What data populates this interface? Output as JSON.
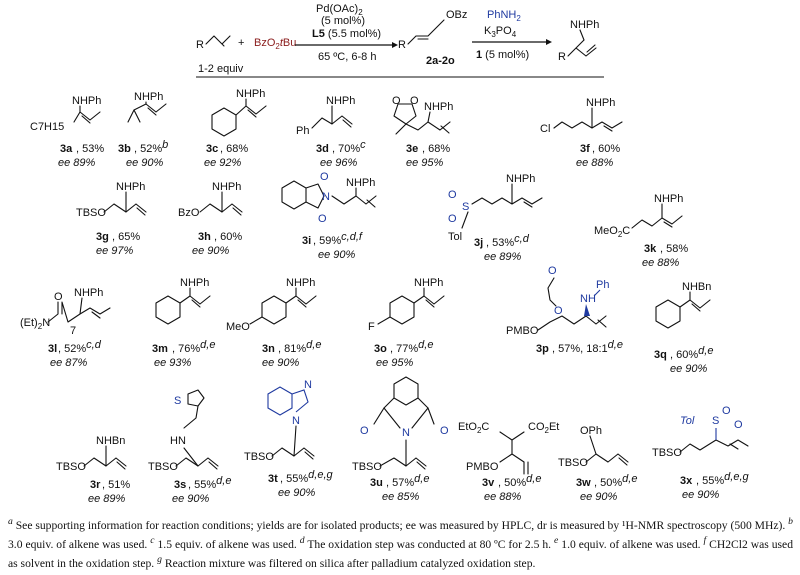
{
  "scheme": {
    "reagent_top_1": "Pd(OAc)",
    "reagent_top_1_sub": "2",
    "reagent_top_2": "(5 mol%)",
    "reagent_top_3": "L5 (5.5 mol%)",
    "reagent_below": "65 ºC, 6-8 h",
    "substrate_R": "R",
    "plus": "+",
    "oxidant": "BzO2tBu",
    "equiv": "1-2 equiv",
    "intermediate_label": "2a-2o",
    "intermediate_R": "R",
    "intermediate_OBz": "OBz",
    "reagent2_1": "PhNH2",
    "reagent2_2": "K3PO4",
    "reagent2_3": "1 (5 mol%)",
    "product_NHPh": "NHPh",
    "product_R": "R"
  },
  "compounds": [
    {
      "id": "3a",
      "yield": "53%",
      "sup": "",
      "ee": "ee 89%",
      "group": "C7H15",
      "amine": "NHPh"
    },
    {
      "id": "3b",
      "yield": "52%",
      "sup": "b",
      "ee": "ee 90%",
      "amine": "NHPh"
    },
    {
      "id": "3c",
      "yield": "68%",
      "sup": "",
      "ee": "ee 92%",
      "amine": "NHPh"
    },
    {
      "id": "3d",
      "yield": "70%",
      "sup": "c",
      "ee": "ee 96%",
      "group": "Ph",
      "amine": "NHPh"
    },
    {
      "id": "3e",
      "yield": "68%",
      "sup": "",
      "ee": "ee 95%",
      "amine": "NHPh"
    },
    {
      "id": "3f",
      "yield": "60%",
      "sup": "",
      "ee": "ee 88%",
      "group": "Cl",
      "amine": "NHPh"
    },
    {
      "id": "3g",
      "yield": "65%",
      "sup": "",
      "ee": "ee 97%",
      "group": "TBSO",
      "amine": "NHPh"
    },
    {
      "id": "3h",
      "yield": "60%",
      "sup": "",
      "ee": "ee 90%",
      "group": "BzO",
      "amine": "NHPh"
    },
    {
      "id": "3i",
      "yield": "59%",
      "sup": "c,d,f",
      "ee": "ee 90%",
      "amine": "NHPh"
    },
    {
      "id": "3j",
      "yield": "53%",
      "sup": "c,d",
      "ee": "ee 89%",
      "group": "Tol",
      "amine": "NHPh"
    },
    {
      "id": "3k",
      "yield": "58%",
      "sup": "",
      "ee": "ee 88%",
      "group": "MeO2C",
      "amine": "NHPh"
    },
    {
      "id": "3l",
      "yield": "52%",
      "sup": "c,d",
      "ee": "ee 87%",
      "group": "(Et)2N",
      "amine": "NHPh"
    },
    {
      "id": "3m",
      "yield": "76%",
      "sup": "d,e",
      "ee": "ee 93%",
      "amine": "NHPh"
    },
    {
      "id": "3n",
      "yield": "81%",
      "sup": "d,e",
      "ee": "ee 90%",
      "group": "MeO",
      "amine": "NHPh"
    },
    {
      "id": "3o",
      "yield": "77%",
      "sup": "d,e",
      "ee": "ee 95%",
      "group": "F",
      "amine": "NHPh"
    },
    {
      "id": "3p",
      "yield": "57%, 18:1",
      "sup": "d,e",
      "ee": "",
      "group": "PMBO",
      "amine": "NH"
    },
    {
      "id": "3q",
      "yield": "60%",
      "sup": "d,e",
      "ee": "ee 90%",
      "amine": "NHBn"
    },
    {
      "id": "3r",
      "yield": "51%",
      "sup": "",
      "ee": "ee  89%",
      "group": "TBSO",
      "amine": "NHBn"
    },
    {
      "id": "3s",
      "yield": "55%",
      "sup": "d,e",
      "ee": "ee 90%",
      "group": "TBSO",
      "amine": "HN"
    },
    {
      "id": "3t",
      "yield": "55%",
      "sup": "d,e,g",
      "ee": "ee 90%",
      "group": "TBSO",
      "amine": "N"
    },
    {
      "id": "3u",
      "yield": "57%",
      "sup": "d,e",
      "ee": "ee 85%",
      "group": "TBSO",
      "amine": "N"
    },
    {
      "id": "3v",
      "yield": "50%",
      "sup": "d,e",
      "ee": "ee 88%",
      "group": "PMBO",
      "amine": ""
    },
    {
      "id": "3w",
      "yield": "50%",
      "sup": "d,e",
      "ee": "ee 90%",
      "group": "TBSO",
      "amine": "OPh"
    },
    {
      "id": "3x",
      "yield": "55%",
      "sup": "d,e,g",
      "ee": "ee 90%",
      "group": "TBSO",
      "amine": "Tol"
    }
  ],
  "labels": {
    "ph": "Ph",
    "o": "O",
    "s": "S",
    "n": "N",
    "co2et": "CO2Et",
    "eto2c": "EtO2C",
    "seven": "7"
  },
  "footnotes": {
    "a": "See supporting information for reaction conditions; yields are for isolated products; ee was measured by HPLC, dr is measured by ¹H-NMR spectroscopy (500 MHz).",
    "b": "3.0 equiv. of alkene was used.",
    "c": "1.5 equiv. of alkene was used.",
    "d": "The oxidation step was conducted at 80 ºC for 2.5 h.",
    "e": "1.0 equiv. of alkene was used.",
    "f": "CH2Cl2 was used as solvent in the oxidation step.",
    "g": "Reaction mixture was filtered on silica after palladium catalyzed oxidation step."
  }
}
